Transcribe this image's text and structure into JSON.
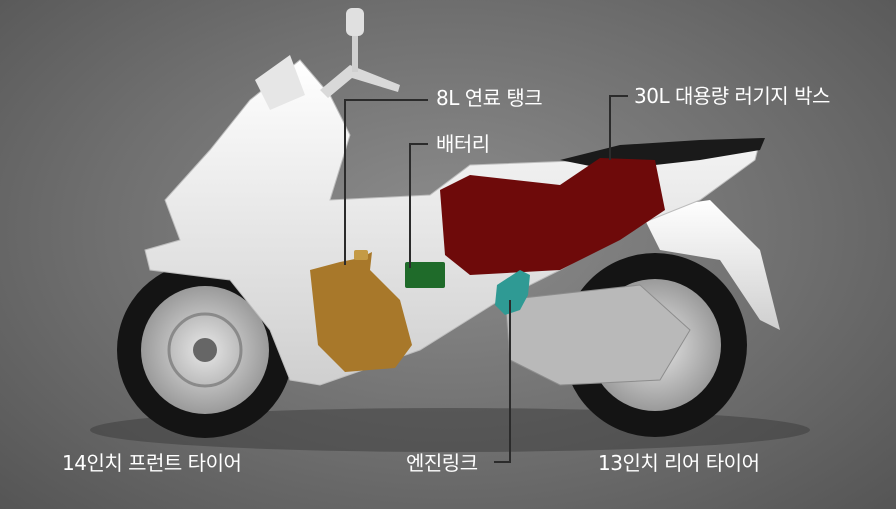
{
  "labels": {
    "fuel_tank": "8L 연료 탱크",
    "luggage_box": "30L 대용량 러기지 박스",
    "battery": "배터리",
    "front_tire": "14인치 프런트 타이어",
    "engine_link": "엔진링크",
    "rear_tire": "13인치 리어 타이어"
  },
  "colors": {
    "fuel_tank": "#a8782a",
    "luggage_box": "#6e0a0a",
    "battery": "#1f6b2a",
    "engine_link": "#2f9a94",
    "body": "#f2f2f2",
    "tire": "#141414"
  }
}
